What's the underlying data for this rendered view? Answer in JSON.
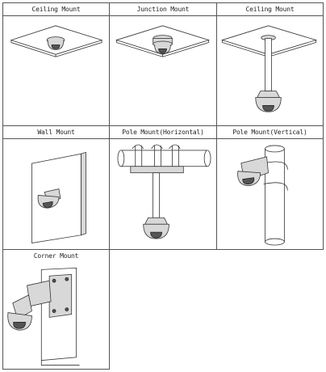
{
  "mounts": [
    {
      "label": "Ceiling Mount"
    },
    {
      "label": "Junction Mount"
    },
    {
      "label": "Ceiling Mount"
    },
    {
      "label": "Wall Mount"
    },
    {
      "label": "Pole Mount(Horizontal)"
    },
    {
      "label": "Pole Mount(Vertical)"
    },
    {
      "label": "Corner Mount"
    }
  ]
}
